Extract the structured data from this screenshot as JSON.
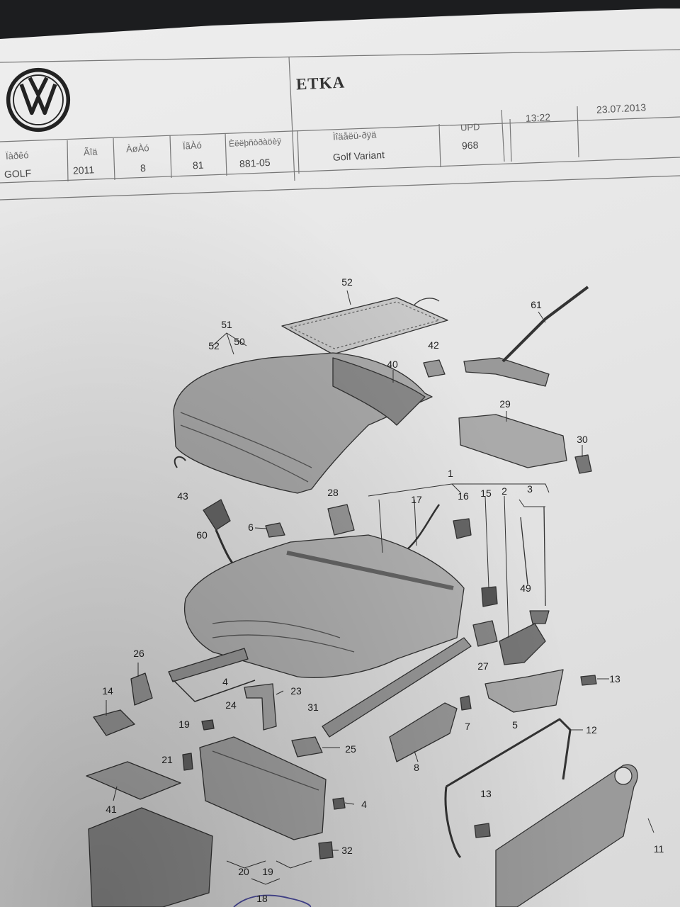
{
  "header": {
    "title": "ETKA",
    "time": "13:22",
    "date": "23.07.2013",
    "columns": [
      {
        "label": "Ïàðêó",
        "value": "GOLF"
      },
      {
        "label": "Ãîä",
        "value": "2011"
      },
      {
        "label": "ÀøÀó",
        "value": "8"
      },
      {
        "label": "ÏãÀó",
        "value": "81"
      },
      {
        "label": "Èëëþñòðàöèÿ",
        "value": "881-05"
      },
      {
        "label": "Ìîäåëü-ðÿä",
        "value": "Golf Variant"
      },
      {
        "label": "UPD",
        "value": "968"
      }
    ]
  },
  "callouts": [
    {
      "id": "c52a",
      "text": "52"
    },
    {
      "id": "c51",
      "text": "51"
    },
    {
      "id": "c52b",
      "text": "52"
    },
    {
      "id": "c50",
      "text": "50"
    },
    {
      "id": "c61",
      "text": "61"
    },
    {
      "id": "c42",
      "text": "42"
    },
    {
      "id": "c40",
      "text": "40"
    },
    {
      "id": "c29",
      "text": "29"
    },
    {
      "id": "c30",
      "text": "30"
    },
    {
      "id": "c43",
      "text": "43"
    },
    {
      "id": "c28",
      "text": "28"
    },
    {
      "id": "c1",
      "text": "1"
    },
    {
      "id": "c17",
      "text": "17"
    },
    {
      "id": "c16",
      "text": "16"
    },
    {
      "id": "c15",
      "text": "15"
    },
    {
      "id": "c2",
      "text": "2"
    },
    {
      "id": "c3",
      "text": "3"
    },
    {
      "id": "c60",
      "text": "60"
    },
    {
      "id": "c6",
      "text": "6"
    },
    {
      "id": "c49",
      "text": "49"
    },
    {
      "id": "c26",
      "text": "26"
    },
    {
      "id": "c27",
      "text": "27"
    },
    {
      "id": "c4a",
      "text": "4"
    },
    {
      "id": "c13a",
      "text": "13"
    },
    {
      "id": "c14",
      "text": "14"
    },
    {
      "id": "c23",
      "text": "23"
    },
    {
      "id": "c24",
      "text": "24"
    },
    {
      "id": "c31",
      "text": "31"
    },
    {
      "id": "c7",
      "text": "7"
    },
    {
      "id": "c5",
      "text": "5"
    },
    {
      "id": "c19a",
      "text": "19"
    },
    {
      "id": "c12",
      "text": "12"
    },
    {
      "id": "c25",
      "text": "25"
    },
    {
      "id": "c21",
      "text": "21"
    },
    {
      "id": "c8",
      "text": "8"
    },
    {
      "id": "c41",
      "text": "41"
    },
    {
      "id": "c4b",
      "text": "4"
    },
    {
      "id": "c13b",
      "text": "13"
    },
    {
      "id": "c32",
      "text": "32"
    },
    {
      "id": "c11",
      "text": "11"
    },
    {
      "id": "c20",
      "text": "20"
    },
    {
      "id": "c19b",
      "text": "19"
    },
    {
      "id": "c18",
      "text": "18"
    }
  ]
}
